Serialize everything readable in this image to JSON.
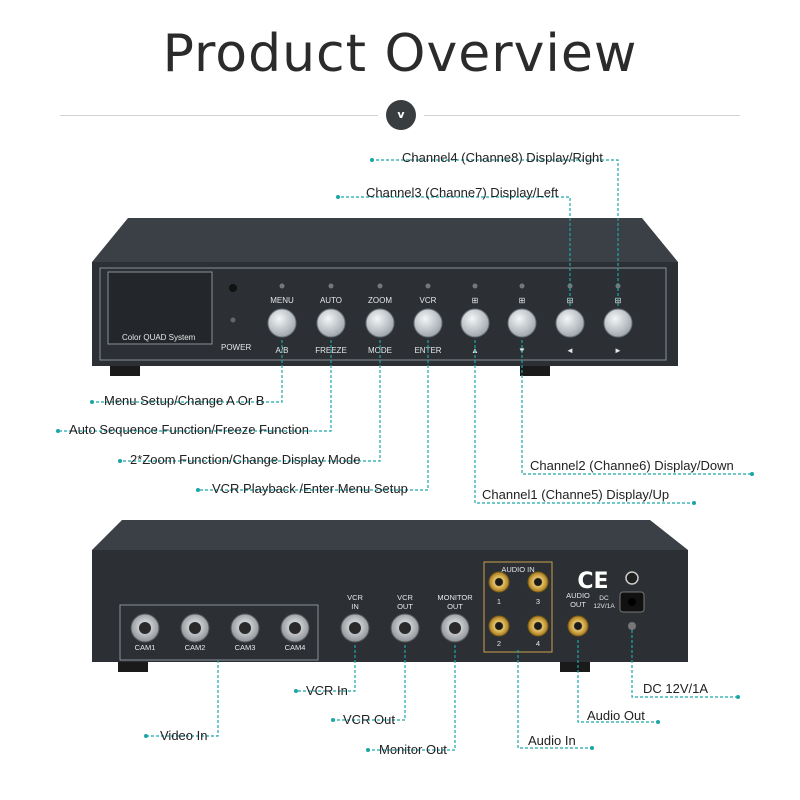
{
  "title": "Product Overview",
  "badge": "v",
  "front_panel": {
    "screen_label": "Color QUAD System",
    "power_label": "POWER",
    "buttons": [
      {
        "top": "MENU",
        "bottom": "A/B"
      },
      {
        "top": "AUTO",
        "bottom": "FREEZE"
      },
      {
        "top": "ZOOM",
        "bottom": "MODE"
      },
      {
        "top": "VCR",
        "bottom": "ENTER"
      },
      {
        "top": "⊞",
        "bottom": "▲"
      },
      {
        "top": "⊞",
        "bottom": "▼"
      },
      {
        "top": "⊞",
        "bottom": "◄"
      },
      {
        "top": "⊞",
        "bottom": "►"
      }
    ]
  },
  "back_panel": {
    "cams": [
      "CAM1",
      "CAM2",
      "CAM3",
      "CAM4"
    ],
    "vcr_in": "VCR IN",
    "vcr_out": "VCR OUT",
    "monitor_out": "MONITOR OUT",
    "audio_in": "AUDIO IN",
    "audio_nums": [
      "1",
      "3",
      "2",
      "4"
    ],
    "audio_out": "AUDIO OUT",
    "dc": "DC 12V/1A",
    "ce": "CE"
  },
  "callouts": {
    "ch4": "Channel4 (Channe8) Display/Right",
    "ch3": "Channel3 (Channe7) Display/Left",
    "menu": "Menu Setup/Change A Or B",
    "auto": "Auto Sequence Function/Freeze Function",
    "zoom": "2*Zoom Function/Change Display Mode",
    "vcr": "VCR Playback /Enter Menu Setup",
    "ch2": "Channel2 (Channe6) Display/Down",
    "ch1": "Channel1 (Channe5) Display/Up",
    "vcr_in": "VCR In",
    "vcr_out": "VCR Out",
    "monitor_out": "Monitor Out",
    "video_in": "Video In",
    "audio_in": "Audio In",
    "audio_out": "Audio Out",
    "dc": "DC 12V/1A"
  },
  "colors": {
    "leader": "#1ba6a6",
    "device": "#2c3035",
    "device_top": "#3a3f45"
  }
}
